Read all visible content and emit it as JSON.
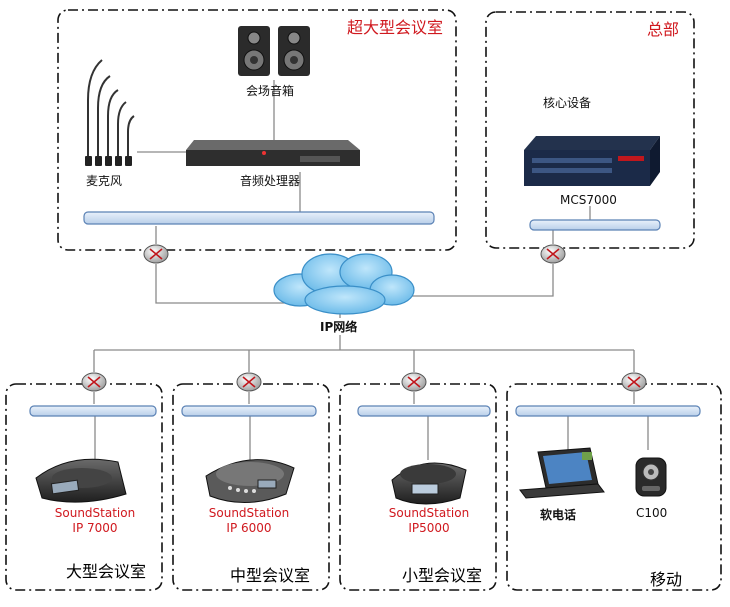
{
  "top": {
    "large_room_title": "超大型会议室",
    "hq_title": "总部",
    "speakers_label": "会场音箱",
    "mic_label": "麦克风",
    "audio_processor_label": "音频处理器",
    "core_label": "核心设备",
    "mcs_label": "MCS7000"
  },
  "network": {
    "label": "IP网络"
  },
  "sites": [
    {
      "title": "大型会议室",
      "device_line1": "SoundStation",
      "device_line2": "IP 7000"
    },
    {
      "title": "中型会议室",
      "device_line1": "SoundStation",
      "device_line2": "IP 6000"
    },
    {
      "title": "小型会议室",
      "device_line1": "SoundStation",
      "device_line2": "IP5000"
    },
    {
      "title": "移动",
      "softphone_label": "软电话",
      "c100_label": "C100"
    }
  ],
  "colors": {
    "accent": "#d0191f",
    "bus_fill": "#c9dcf1",
    "bus_stroke": "#5b82b5"
  }
}
